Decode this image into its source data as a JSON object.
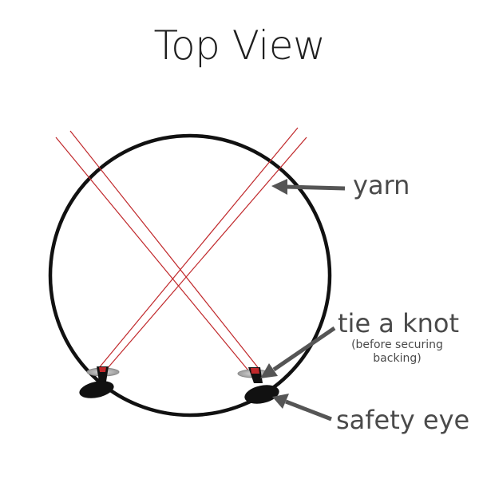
{
  "title": "Top View",
  "labels": {
    "yarn": "yarn",
    "tie_knot": "tie a knot",
    "tie_knot_note": "(before securing backing)",
    "safety_eye": "safety eye"
  },
  "colors": {
    "yarn": "#c0282b",
    "outline": "#111111",
    "arrow": "#555555",
    "label": "#4a4a4a"
  }
}
